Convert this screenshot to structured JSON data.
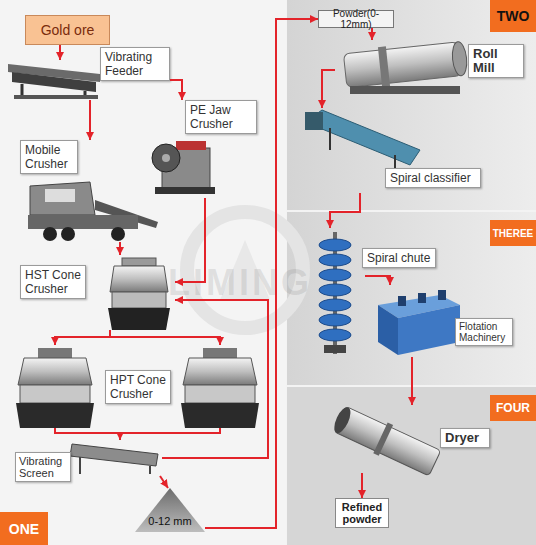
{
  "diagram": {
    "nodes": [
      {
        "text": [
          "Gold ore"
        ]
      },
      {
        "text": [
          "Vibrating Feeder"
        ]
      },
      {
        "text": [
          "PE Jaw Crusher"
        ]
      },
      {
        "text": [
          "Mobile Crusher"
        ]
      },
      {
        "text": [
          "HST Cone Crusher"
        ]
      },
      {
        "text": [
          "HPT Cone Crusher"
        ]
      },
      {
        "text": [
          "Vibrating Screen"
        ]
      },
      {
        "text": [
          "0-12 mm"
        ]
      },
      {
        "text": [
          "ONE"
        ]
      },
      {
        "text": [
          "Powder(0-12mm)"
        ]
      },
      {
        "text": [
          "TWO"
        ]
      },
      {
        "text": [
          "Roll Mill"
        ]
      },
      {
        "text": [
          "Spiral classifier"
        ]
      },
      {
        "text": [
          "THEREE"
        ]
      },
      {
        "text": [
          "Spiral chute"
        ]
      },
      {
        "text": [
          "Flotation Machinery"
        ]
      },
      {
        "text": [
          "FOUR"
        ]
      },
      {
        "text": [
          "Dryer"
        ]
      },
      {
        "text": [
          "Refined powder"
        ]
      }
    ],
    "edges": [
      {
        "from": 0,
        "to": 1,
        "arrow": "to"
      },
      {
        "from": 1,
        "to": 2,
        "arrow": "to"
      },
      {
        "from": 1,
        "to": 3,
        "arrow": "to"
      },
      {
        "from": 2,
        "to": 4,
        "arrow": "to"
      },
      {
        "from": 3,
        "to": 4,
        "arrow": "to"
      },
      {
        "from": 4,
        "to": 5,
        "arrow": "to"
      },
      {
        "from": 5,
        "to": 6,
        "arrow": "to"
      },
      {
        "from": 6,
        "to": 7,
        "arrow": "to"
      },
      {
        "from": 6,
        "to": 4,
        "arrow": "to"
      },
      {
        "from": 7,
        "to": 9,
        "arrow": "to"
      },
      {
        "from": 9,
        "to": 11,
        "arrow": "to"
      },
      {
        "from": 11,
        "to": 12,
        "arrow": "to"
      },
      {
        "from": 12,
        "to": 14,
        "arrow": "to"
      },
      {
        "from": 14,
        "to": 15,
        "arrow": "to"
      },
      {
        "from": 15,
        "to": 17,
        "arrow": "to"
      },
      {
        "from": 17,
        "to": 18,
        "arrow": "to"
      }
    ],
    "labels": [
      "LIMING"
    ]
  }
}
